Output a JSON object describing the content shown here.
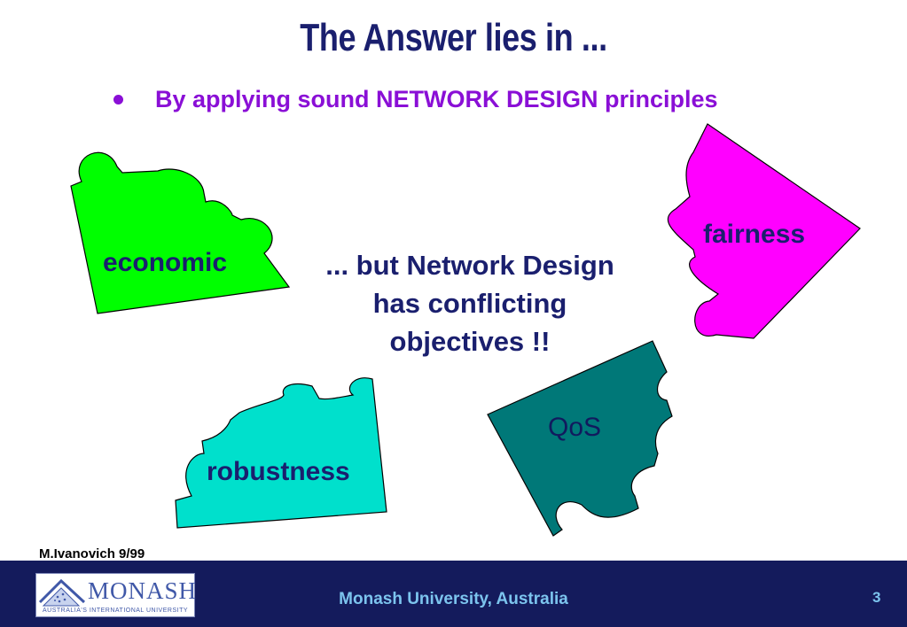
{
  "slide": {
    "title": "The Answer lies in ...",
    "bullet": "By applying sound NETWORK DESIGN principles",
    "center_text": [
      "... but Network Design",
      "has conflicting",
      "objectives !!"
    ],
    "author": "M.Ivanovich 9/99"
  },
  "pieces": [
    {
      "label": "economic",
      "color": "#00ff00"
    },
    {
      "label": "fairness",
      "color": "#ff00ff"
    },
    {
      "label": "QoS",
      "color": "#007878"
    },
    {
      "label": "robustness",
      "color": "#00e0cc"
    }
  ],
  "footer": {
    "logo_word": "MONASH",
    "logo_tagline": "AUSTRALIA'S INTERNATIONAL UNIVERSITY",
    "center": "Monash University, Australia",
    "page_number": "3"
  },
  "colors": {
    "title": "#1a1f6e",
    "bullet": "#8a0fd6",
    "footer_bg": "#141b5c",
    "footer_text": "#7cc4ee"
  }
}
